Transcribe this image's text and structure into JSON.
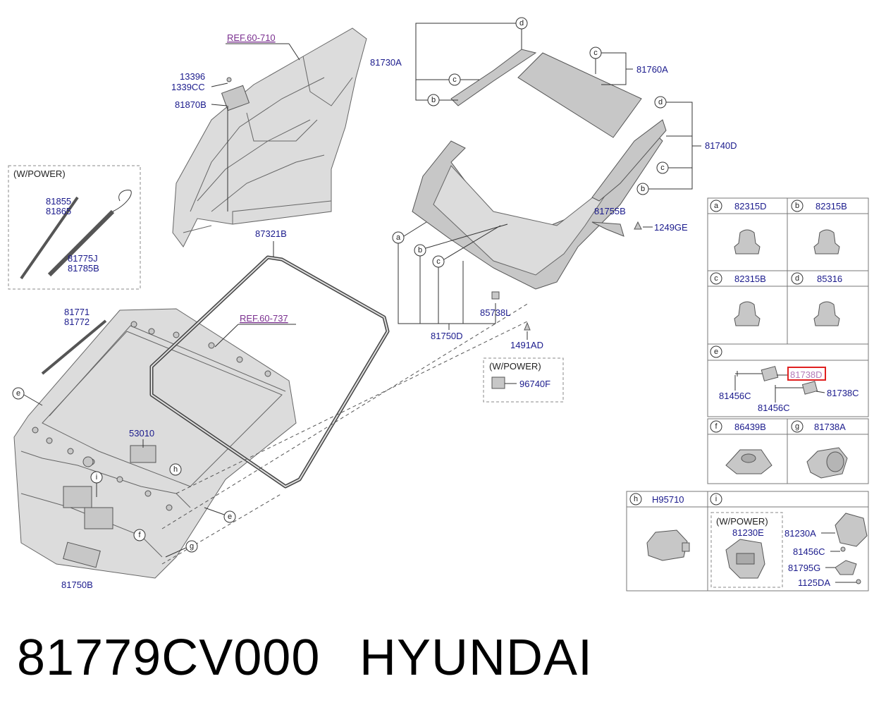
{
  "refs": {
    "r1": "REF.60-710",
    "r2": "REF.60-737"
  },
  "labels": {
    "p13396": "13396",
    "p1339CC": "1339CC",
    "p81870B": "81870B",
    "p87321B": "87321B",
    "wpower_left": "(W/POWER)",
    "p81855": "81855",
    "p81865": "81865",
    "p81775J": "81775J",
    "p81785B": "81785B",
    "p81771": "81771",
    "p81772": "81772",
    "p53010": "53010",
    "p81750B": "81750B",
    "p81730A": "81730A",
    "p81760A": "81760A",
    "p81740D": "81740D",
    "p81755B": "81755B",
    "p1249GE": "1249GE",
    "p85738L": "85738L",
    "p81750D": "81750D",
    "p1491AD": "1491AD",
    "wpower_mid": "(W/POWER)",
    "p96740F": "96740F"
  },
  "table": {
    "a_code": "82315D",
    "b_code": "82315B",
    "c_code": "82315B",
    "d_code": "85316",
    "e_p81738D": "81738D",
    "e_p81456C_1": "81456C",
    "e_p81456C_2": "81456C",
    "e_p81738C": "81738C",
    "f_code": "86439B",
    "g_code": "81738A",
    "h_code": "H95710",
    "i_wpower": "(W/POWER)",
    "i_p81230E": "81230E",
    "i_p81230A": "81230A",
    "i_p81456C": "81456C",
    "i_p81795G": "81795G",
    "i_p1125DA": "1125DA"
  },
  "callouts": {
    "a": "a",
    "b": "b",
    "c": "c",
    "d": "d",
    "e": "e",
    "f": "f",
    "g": "g",
    "h": "h",
    "i": "i"
  },
  "highlight_color": "#e02020",
  "caption": {
    "part_number": "81779CV000",
    "brand": "HYUNDAI"
  }
}
